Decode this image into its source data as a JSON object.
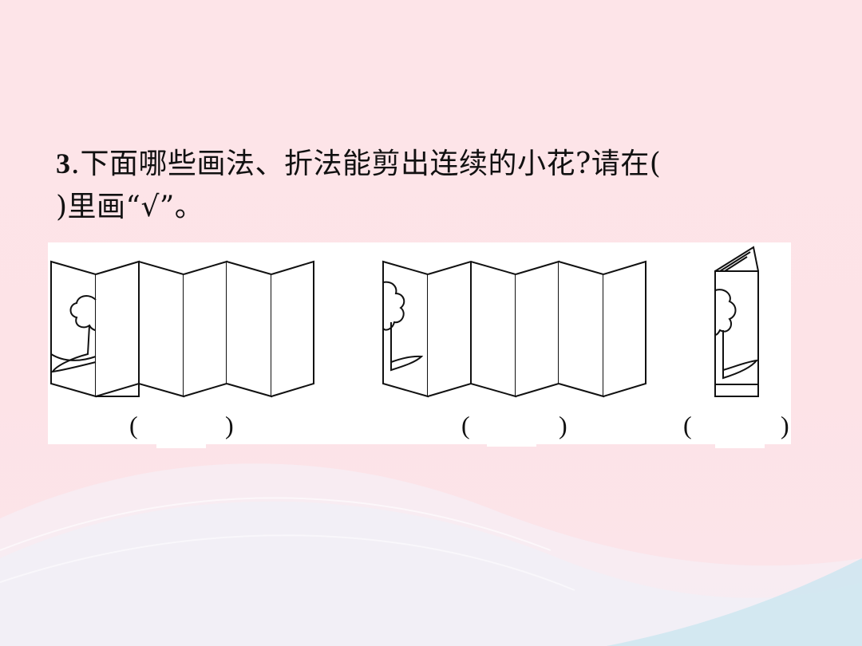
{
  "question": {
    "number": "3",
    "text": ".下面哪些画法、折法能剪出连续的小花?请在(",
    "text_line2": ")里画“√”。"
  },
  "options": [
    {
      "open": "(",
      "close": ")"
    },
    {
      "open": "(",
      "close": ")"
    },
    {
      "open": "(",
      "close": ")"
    }
  ],
  "colors": {
    "background": "#fde4e8",
    "wave_light": "#f3eef6",
    "wave_blue": "#c9e6f2",
    "ink": "#111111"
  }
}
